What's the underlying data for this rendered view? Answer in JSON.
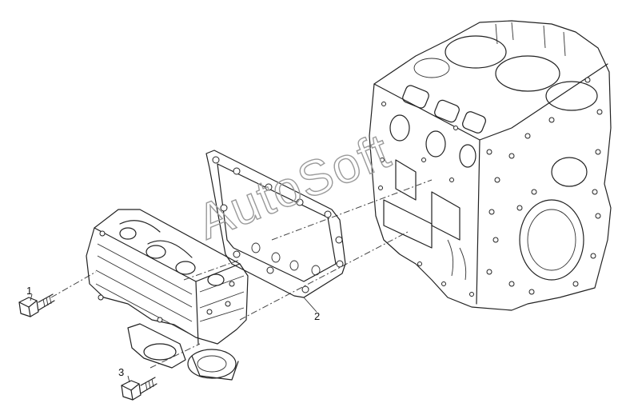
{
  "callouts": [
    {
      "id": "1",
      "label": "1"
    },
    {
      "id": "2",
      "label": "2"
    },
    {
      "id": "3",
      "label": "3"
    }
  ],
  "watermark": "AutoSoft",
  "colors": {
    "line": "#222222",
    "background": "#ffffff",
    "watermark": "#9a9a9a"
  }
}
